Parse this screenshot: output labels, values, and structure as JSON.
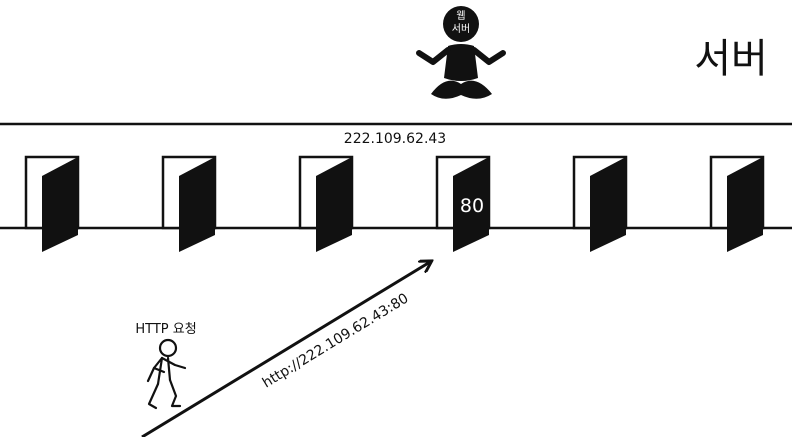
{
  "server": {
    "title": "서버",
    "web_server_badge_line1": "웹",
    "web_server_badge_line2": "서버",
    "ip_address": "222.109.62.43"
  },
  "doors": {
    "count": 6,
    "open_port_label": "80",
    "open_door_index": 3
  },
  "request": {
    "label": "HTTP 요청",
    "url": "http://222.109.62.43:80"
  },
  "colors": {
    "ink": "#111111",
    "background": "#ffffff"
  }
}
